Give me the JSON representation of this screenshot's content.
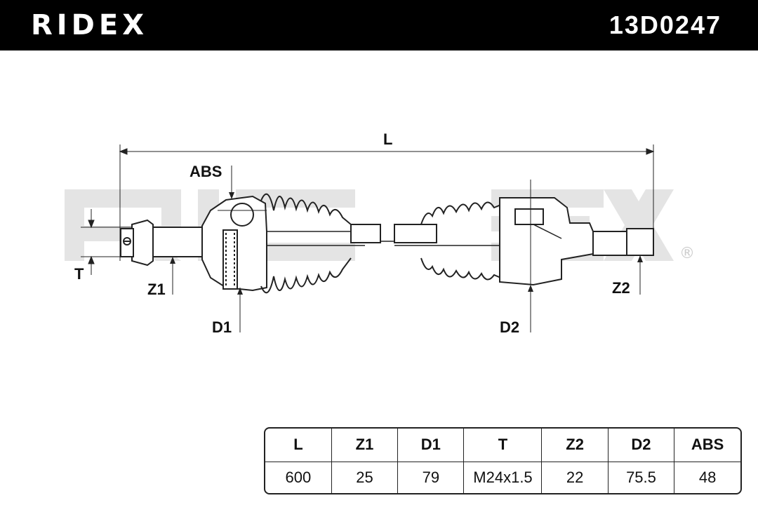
{
  "header": {
    "brand": "RIDEX",
    "part_number": "13D0247"
  },
  "diagram": {
    "labels": {
      "L": "L",
      "ABS": "ABS",
      "T": "T",
      "Z1": "Z1",
      "D1": "D1",
      "D2": "D2",
      "Z2": "Z2"
    },
    "watermark": "RIDEX",
    "registered_mark": "®"
  },
  "spec_table": {
    "headers": [
      "L",
      "Z1",
      "D1",
      "T",
      "Z2",
      "D2",
      "ABS"
    ],
    "values": [
      "600",
      "25",
      "79",
      "M24x1.5",
      "22",
      "75.5",
      "48"
    ]
  }
}
